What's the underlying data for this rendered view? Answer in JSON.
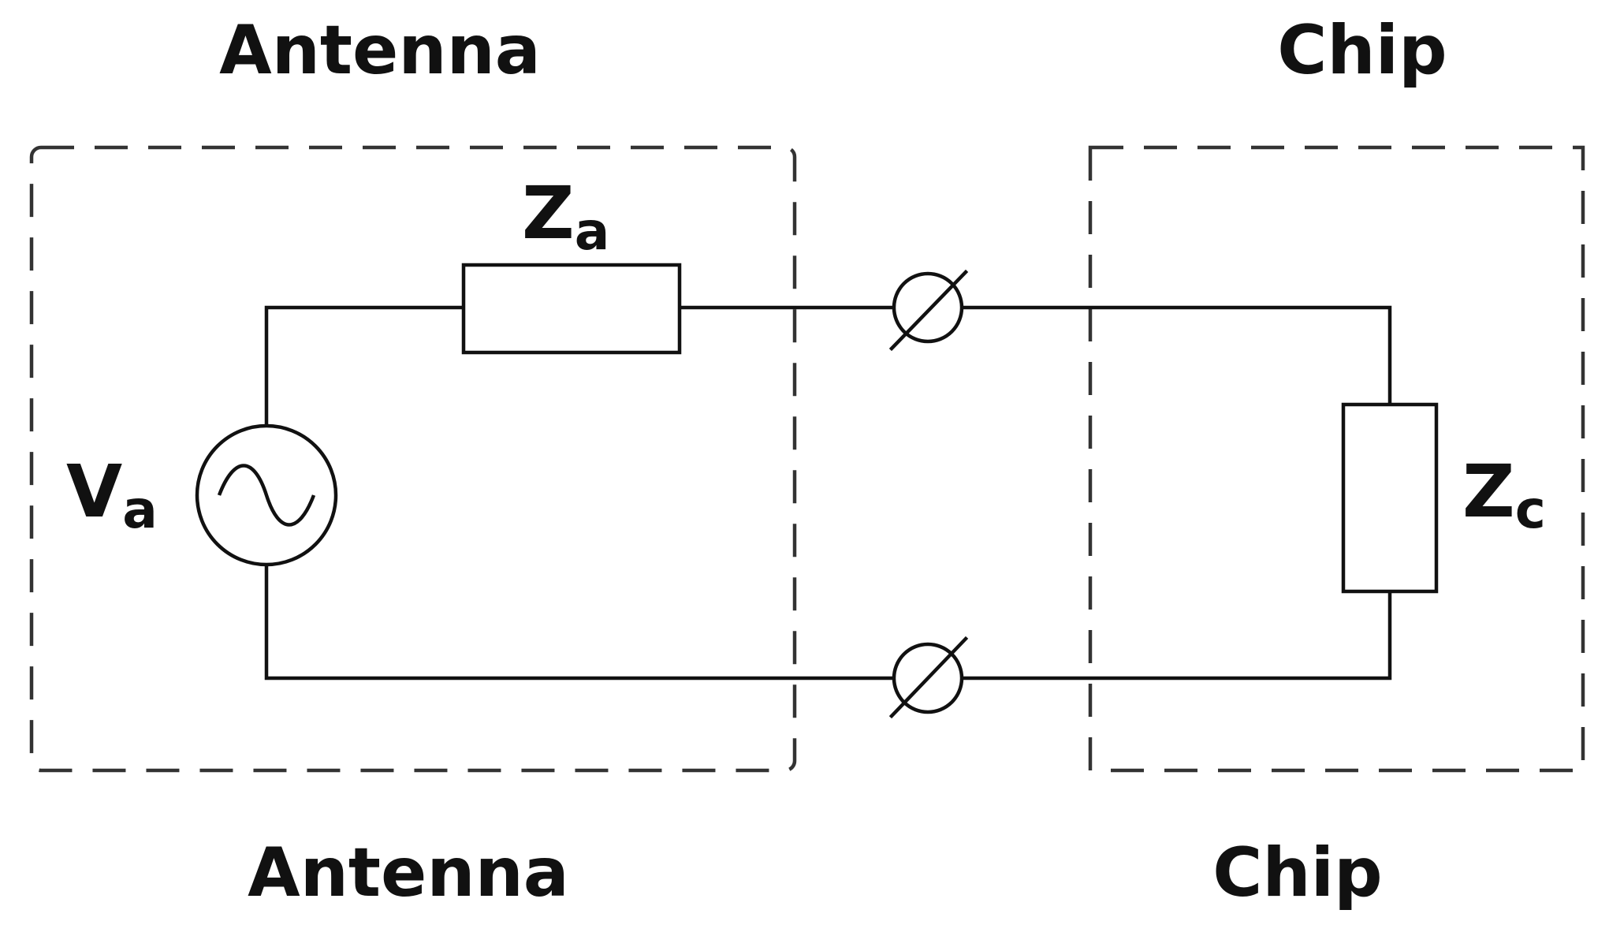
{
  "labels": {
    "antenna_top": "Antenna",
    "chip_top": "Chip",
    "antenna_bottom": "Antenna",
    "chip_bottom": "Chip"
  },
  "components": {
    "antenna_impedance": {
      "symbol": "Z",
      "subscript": "a"
    },
    "chip_impedance": {
      "symbol": "Z",
      "subscript": "c"
    },
    "source_voltage": {
      "symbol": "V",
      "subscript": "a"
    }
  },
  "colors": {
    "line": "#111111",
    "dashed_box": "#333333",
    "background": "#ffffff"
  }
}
